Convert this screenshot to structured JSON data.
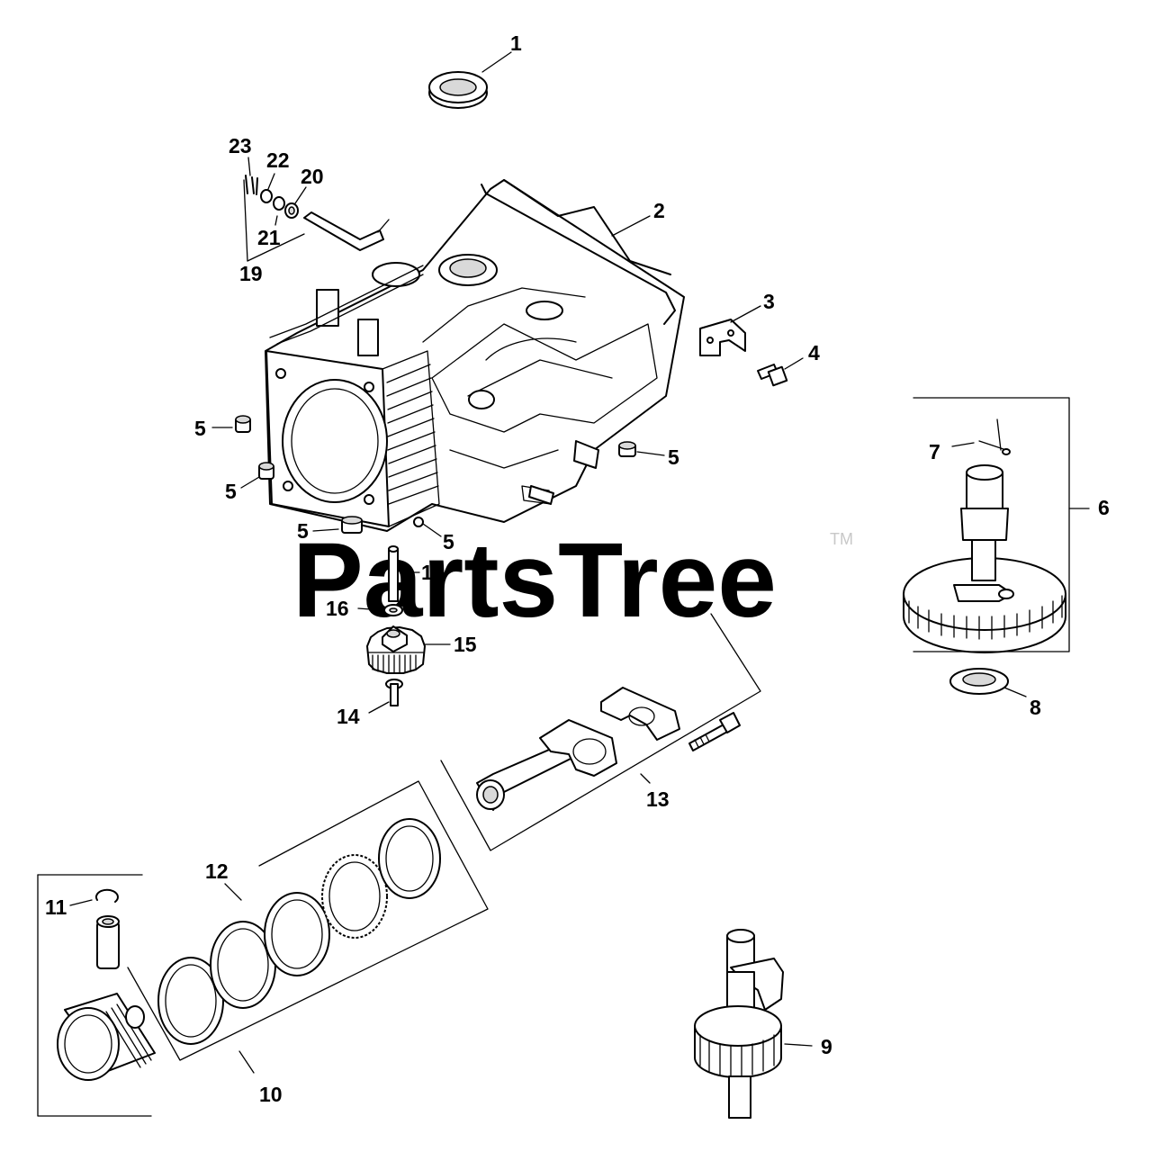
{
  "watermark": {
    "text": "PartsTree",
    "mark": "TM"
  },
  "callouts": {
    "c1": "1",
    "c2": "2",
    "c3": "3",
    "c4": "4",
    "c5a": "5",
    "c5b": "5",
    "c5c": "5",
    "c5d": "5",
    "c5e": "5",
    "c6": "6",
    "c7": "7",
    "c8": "8",
    "c9": "9",
    "c10": "10",
    "c11": "11",
    "c12": "12",
    "c13": "13",
    "c14": "14",
    "c15": "15",
    "c16": "16",
    "c17": "17",
    "c19": "19",
    "c20": "20",
    "c21": "21",
    "c22": "22",
    "c23": "23"
  }
}
